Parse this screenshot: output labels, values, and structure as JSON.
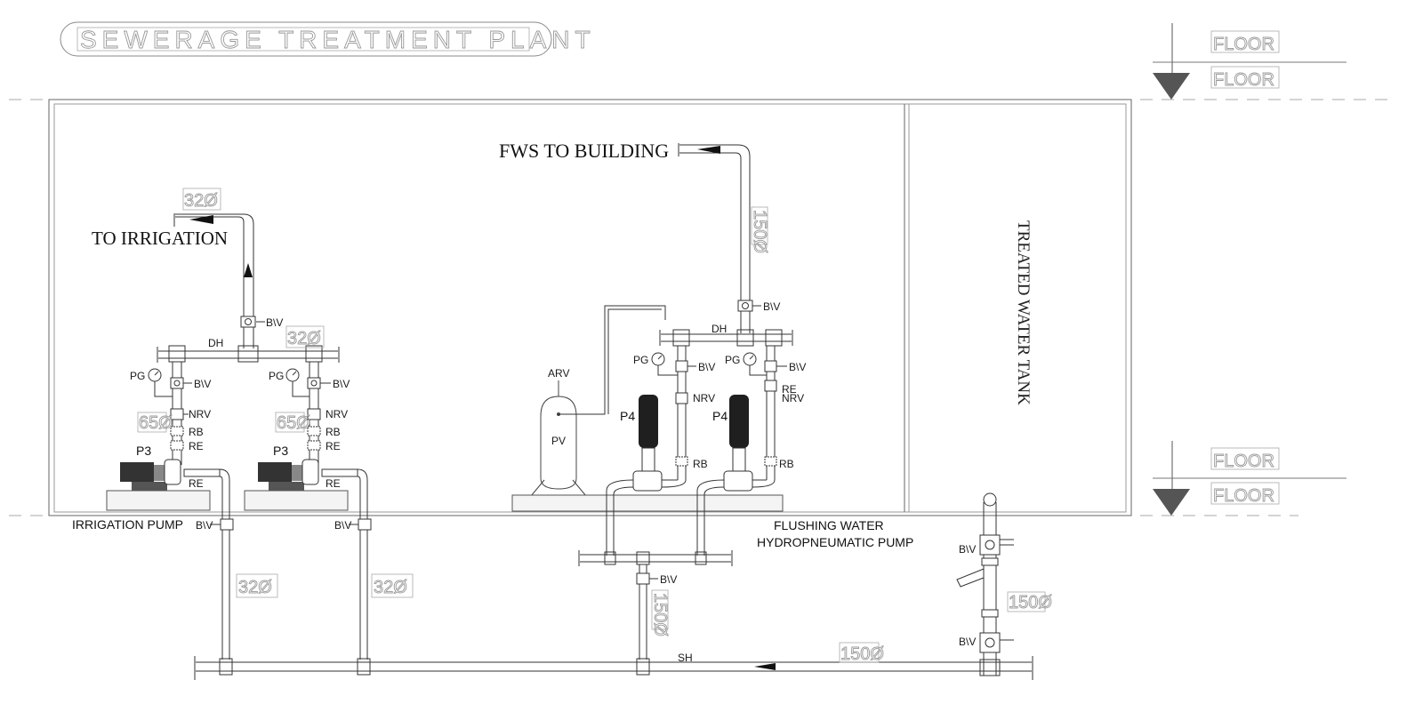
{
  "title": "SEWERAGE TREATMENT PLANT",
  "levels": [
    "FLOOR",
    "FLOOR",
    "FLOOR",
    "FLOOR"
  ],
  "tank_label": "TREATED WATER TANK",
  "outlets": {
    "irrigation": "TO IRRIGATION",
    "building": "FWS TO BUILDING"
  },
  "groups": {
    "irrigation_pump": "IRRIGATION PUMP",
    "flushing_line1": "FLUSHING WATER",
    "flushing_line2": "HYDROPNEUMATIC PUMP"
  },
  "dimensions": {
    "d32": "32Ø",
    "d65": "65Ø",
    "d150": "150Ø"
  },
  "tags": {
    "dh": "DH",
    "sh": "SH",
    "bv": "B\\V",
    "pg": "PG",
    "nrv": "NRV",
    "rb": "RB",
    "re": "RE",
    "arv": "ARV",
    "pv": "PV",
    "p3": "P3",
    "p4": "P4"
  }
}
